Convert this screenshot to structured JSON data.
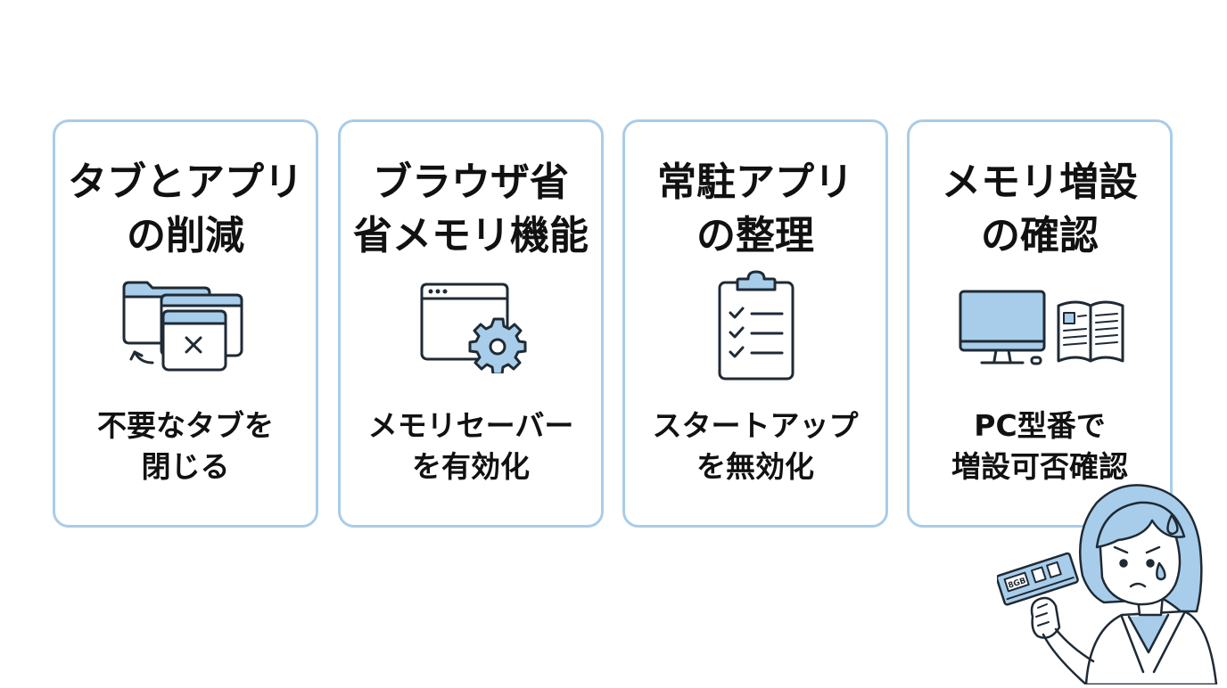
{
  "colors": {
    "card_border": "#a9cce8",
    "icon_fill": "#a8cdea",
    "icon_stroke": "#1f2a35",
    "background": "#ffffff"
  },
  "cards": [
    {
      "title_line1": "タブとアプリ",
      "title_line2": "の削減",
      "icon": "browser-windows-close-icon",
      "desc_line1": "不要なタブを",
      "desc_line2": "閉じる"
    },
    {
      "title_line1": "ブラウザ省",
      "title_line2": "省メモリ機能",
      "icon": "browser-settings-gear-icon",
      "desc_line1": "メモリセーバー",
      "desc_line2": "を有効化"
    },
    {
      "title_line1": "常駐アプリ",
      "title_line2": "の整理",
      "icon": "clipboard-checklist-icon",
      "desc_line1": "スタートアップ",
      "desc_line2": "を無効化"
    },
    {
      "title_line1": "メモリ増設",
      "title_line2": "の確認",
      "icon": "desktop-pc-manual-icon",
      "desc_line1": "PC型番で",
      "desc_line2": "増設可否確認"
    }
  ],
  "illustration": {
    "icon": "worried-person-holding-ram-icon",
    "ram_label": "8GB"
  }
}
